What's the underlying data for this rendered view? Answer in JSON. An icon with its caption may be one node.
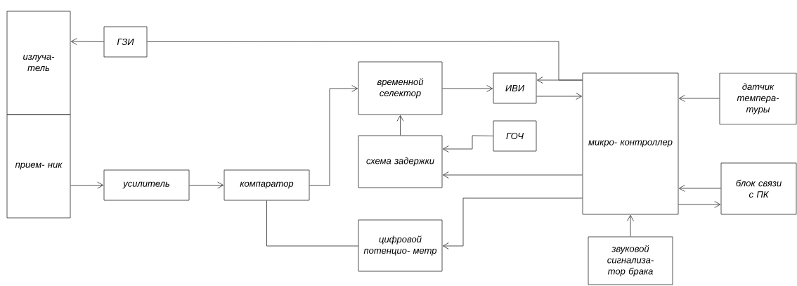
{
  "diagram": {
    "nodes": [
      {
        "text": [
          "излуча- тель"
        ]
      },
      {
        "text": [
          "прием- ник"
        ]
      },
      {
        "text": [
          "ГЗИ"
        ]
      },
      {
        "text": [
          "усилитель"
        ]
      },
      {
        "text": [
          "компаратор"
        ]
      },
      {
        "text": [
          "временной селектор"
        ]
      },
      {
        "text": [
          "ИВИ"
        ]
      },
      {
        "text": [
          "схема задержки"
        ]
      },
      {
        "text": [
          "ГОЧ"
        ]
      },
      {
        "text": [
          "цифровой потенцио- метр"
        ]
      },
      {
        "text": [
          "микро- контроллер"
        ]
      },
      {
        "text": [
          "датчик темпера- туры"
        ]
      },
      {
        "text": [
          "блок связи с ПК"
        ]
      },
      {
        "text": [
          "звуковой сигнализа- тор брака"
        ]
      }
    ],
    "edges": [
      {
        "from": 2,
        "to": 0,
        "arrow": "to"
      },
      {
        "from": 10,
        "to": 2,
        "arrow": "none"
      },
      {
        "from": 1,
        "to": 3,
        "arrow": "to"
      },
      {
        "from": 3,
        "to": 4,
        "arrow": "to"
      },
      {
        "from": 4,
        "to": 5,
        "arrow": "to"
      },
      {
        "from": 5,
        "to": 6,
        "arrow": "to"
      },
      {
        "from": 10,
        "to": 6,
        "arrow": "to"
      },
      {
        "from": 6,
        "to": 10,
        "arrow": "to"
      },
      {
        "from": 7,
        "to": 5,
        "arrow": "to"
      },
      {
        "from": 8,
        "to": 7,
        "arrow": "to"
      },
      {
        "from": 10,
        "to": 7,
        "arrow": "to"
      },
      {
        "from": 10,
        "to": 9,
        "arrow": "to"
      },
      {
        "from": 4,
        "to": 9,
        "arrow": "none"
      },
      {
        "from": 11,
        "to": 10,
        "arrow": "to"
      },
      {
        "from": 12,
        "to": 10,
        "arrow": "to"
      },
      {
        "from": 10,
        "to": 12,
        "arrow": "to"
      },
      {
        "from": 13,
        "to": 10,
        "arrow": "to"
      }
    ]
  }
}
